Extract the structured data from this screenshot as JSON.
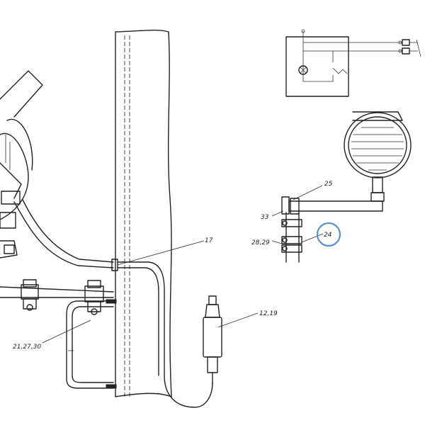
{
  "callouts": [
    {
      "id": "c17",
      "text": "17"
    },
    {
      "id": "c25",
      "text": "25"
    },
    {
      "id": "c33",
      "text": "33"
    },
    {
      "id": "c2829",
      "text": "28,29"
    },
    {
      "id": "c24",
      "text": "24"
    },
    {
      "id": "c1219",
      "text": "12,19"
    },
    {
      "id": "c212730",
      "text": "21,27,30"
    }
  ],
  "highlight": {
    "target": "24",
    "color": "#5b8fc7"
  }
}
